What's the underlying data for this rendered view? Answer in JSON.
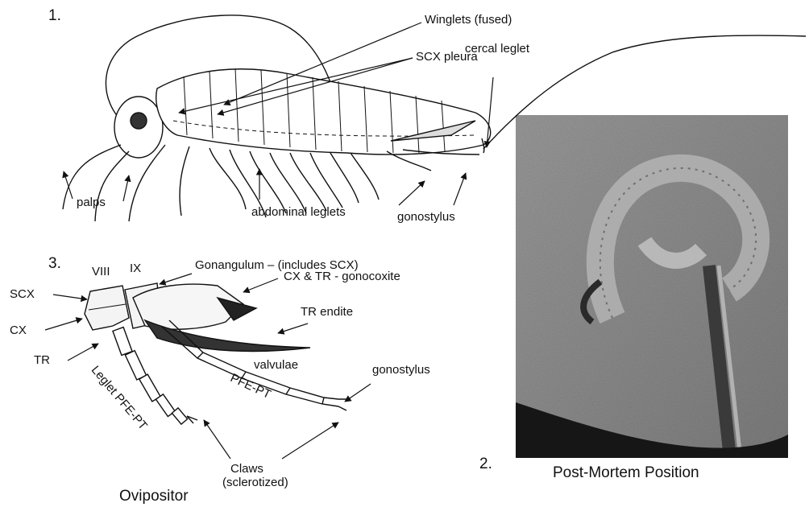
{
  "panel1": {
    "number": "1.",
    "labels": {
      "winglets": "Winglets (fused)",
      "scx_pleura": "SCX pleura",
      "cercal_leglet": "cercal leglet",
      "palps": "palps",
      "abdominal_leglets": "abdominal leglets",
      "gonostylus": "gonostylus"
    }
  },
  "panel2": {
    "number": "2.",
    "caption": "Post-Mortem Position"
  },
  "panel3": {
    "number": "3.",
    "caption": "Ovipositor",
    "labels": {
      "viii": "VIII",
      "ix": "IX",
      "gonangulum": "Gonangulum – (includes SCX)",
      "cx_tr": "CX & TR - gonocoxite",
      "tr_endite": "TR endite",
      "scx": "SCX",
      "cx": "CX",
      "tr": "TR",
      "valvulae": "valvulae",
      "gonostylus": "gonostylus",
      "leglet": "Leglet PFE-PT",
      "pfe_pt": "PFE-PT",
      "claws_1": "Claws",
      "claws_2": "(sclerotized)"
    }
  },
  "colors": {
    "ink": "#111111",
    "photo_bg": "#8a8a8a",
    "photo_dark": "#1a1a1a"
  }
}
